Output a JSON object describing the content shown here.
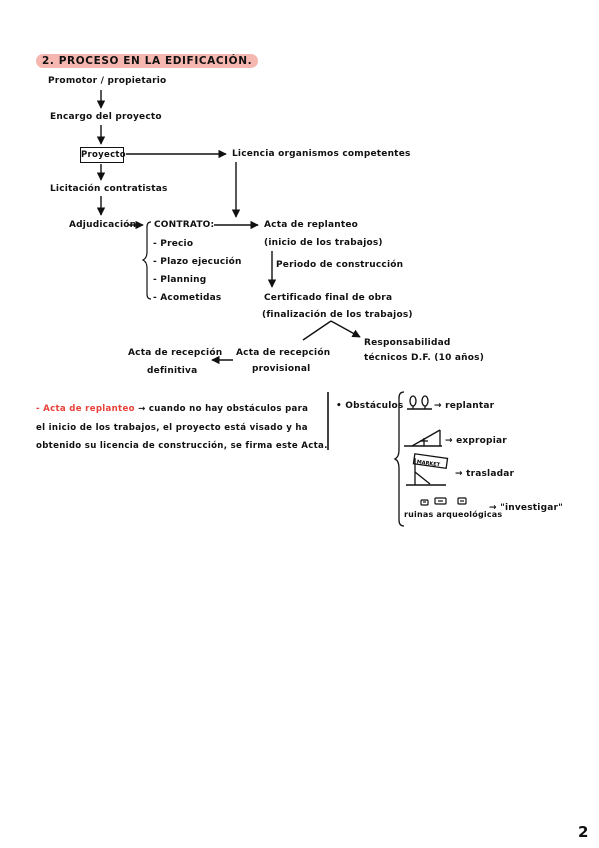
{
  "title": "2. PROCESO EN LA EDIFICACIÓN.",
  "flow": {
    "promotor": "Promotor / propietario",
    "encargo": "Encargo del proyecto",
    "proyecto": "Proyecto",
    "licencia": "Licencia organismos competentes",
    "licitacion": "Licitación contratistas",
    "adjudicacion": "Adjudicación",
    "contrato": {
      "heading": "CONTRATO:",
      "items": [
        "- Precio",
        "- Plazo ejecución",
        "- Planning",
        "- Acometidas"
      ]
    },
    "acta_replanteo": "Acta de replanteo",
    "inicio_trabajos": "(inicio de los trabajos)",
    "periodo": "Periodo de construcción",
    "certificado": "Certificado final de obra",
    "finalizacion": "(finalización de los trabajos)",
    "recepcion_provisional_1": "Acta de recepción",
    "recepcion_provisional_2": "provisional",
    "recepcion_definitiva_1": "Acta de recepción",
    "recepcion_definitiva_2": "definitiva",
    "responsabilidad_1": "Responsabilidad",
    "responsabilidad_2": "técnicos D.F. (10 años)"
  },
  "note": {
    "highlight": "- Acta de replanteo",
    "line1": " → cuando no hay obstáculos para",
    "line2": "el inicio de los trabajos, el proyecto está visado y ha",
    "line3": "obtenido su licencia de construcción, se firma este Acta."
  },
  "obstacles": {
    "label": "• Obstáculos",
    "items": [
      {
        "icon": "trees-icon",
        "action": "→ replantar"
      },
      {
        "icon": "house-icon",
        "action": "→ expropiar"
      },
      {
        "icon": "billboard-icon",
        "icon_text": "MARKET",
        "action": "→ trasladar"
      },
      {
        "icon": "ruins-icon",
        "caption": "ruinas arqueológicas",
        "action": "→ \"investigar\""
      }
    ]
  },
  "page_number": "2"
}
